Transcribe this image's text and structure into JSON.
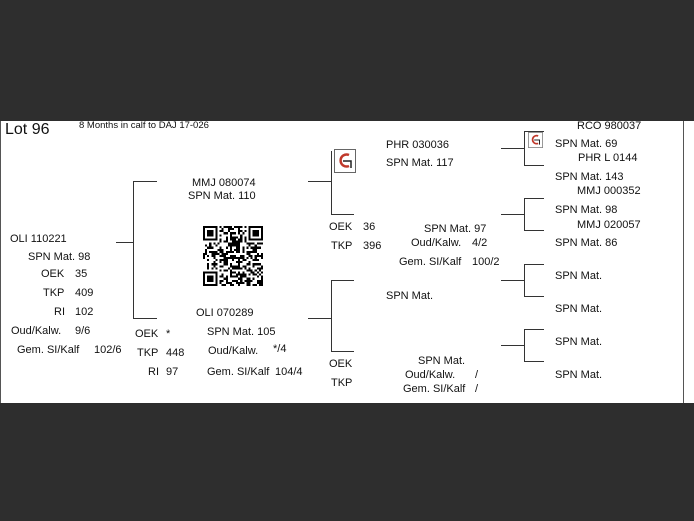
{
  "header": {
    "lot": "Lot 96",
    "note": "8 Months in calf to DAJ 17-026"
  },
  "animal": {
    "id": "OLI 110221",
    "spn": "SPN Mat. 98",
    "labels": {
      "oek": "OEK",
      "tkp": "TKP",
      "ri": "RI",
      "oud": "Oud/Kalw.",
      "gem": "Gem. SI/Kalf"
    },
    "oek": "35",
    "tkp": "409",
    "ri": "102",
    "oud": "9/6",
    "gem": "102/6"
  },
  "sire": {
    "id": "MMJ 080074",
    "spn": "SPN Mat. 110"
  },
  "dam": {
    "id": "OLI 070289",
    "spn": "SPN Mat. 105",
    "oek": "*",
    "tkp": "448",
    "ri": "97",
    "oud": "*/4",
    "gem": "104/4",
    "gem_label": "Gem. SI/Kalf"
  },
  "sire_block": {
    "oek": "36",
    "tkp": "396"
  },
  "gen3": {
    "sire_sire": {
      "id": "PHR 030036",
      "spn": "SPN Mat. 117"
    },
    "sire_dam": {
      "spn": "SPN Mat. 97",
      "oud_label": "Oud/Kalw.",
      "oud": "4/2",
      "gem_label": "Gem. SI/Kalf",
      "gem": "100/2"
    },
    "dam_sire": {
      "spn": "SPN Mat."
    },
    "dam_dam": {
      "spn": "SPN Mat.",
      "oud_label": "Oud/Kalw.",
      "oud": "/",
      "gem_label": "Gem. SI/Kalf",
      "gem": "/"
    }
  },
  "gen4": {
    "top_id": "RCO 980037",
    "l1": "SPN Mat. 69",
    "l2": "PHR L 0144",
    "l3": "SPN Mat. 143",
    "l4": "MMJ 000352",
    "l5": "SPN Mat. 98",
    "l6": "MMJ 020057",
    "l7": "SPN Mat. 86",
    "l8": "SPN Mat.",
    "l9": "SPN Mat.",
    "l10": "SPN Mat.",
    "l11": "SPN Mat."
  },
  "logo_text": "GT"
}
